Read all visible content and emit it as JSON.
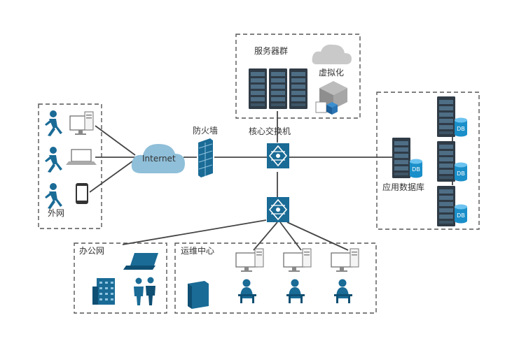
{
  "labels": {
    "server_cluster": "服务器群",
    "virtualization": "虚拟化",
    "core_switch": "核心交换机",
    "firewall": "防火墙",
    "internet": "Internet",
    "external_net": "外网",
    "app_database": "应用数据库",
    "office_net": "办公网",
    "ops_center": "运维中心",
    "db": "DB"
  },
  "colors": {
    "primary": "#1a6b96",
    "dark": "#0f4f73",
    "cloud": "#8fbfd9",
    "server": "#2f3b46",
    "border": "#555555"
  },
  "icons": [
    "user-desktop-icon",
    "user-laptop-icon",
    "user-phone-icon",
    "cloud-icon",
    "firewall-icon",
    "switch-icon",
    "server-rack-icon",
    "database-icon",
    "virtualization-cube-icon",
    "building-icon",
    "people-icon",
    "operator-icon"
  ]
}
